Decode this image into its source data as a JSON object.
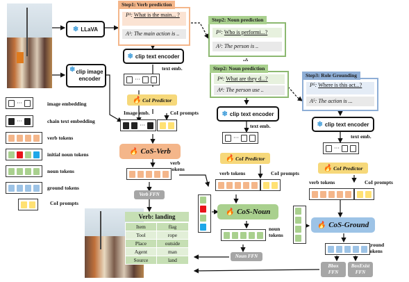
{
  "step1": {
    "header": "Step1: Verb prediction",
    "q": "P¹: What is the main... ?",
    "q_prefix": "P¹:",
    "q_text": "What is the main... ?",
    "a_prefix": "A¹:",
    "a_text": "The main action is .."
  },
  "step2a": {
    "header": "Step2: Noun prediction",
    "q_prefix": "P²:",
    "q_text": "Who is performi...?",
    "a_prefix": "A²:",
    "a_text": "The person is .."
  },
  "ellipsis": "...",
  "step2b": {
    "header": "Step2: Noun prediction",
    "q_prefix": "P⁴:",
    "q_text": "What are they d...?",
    "a_prefix": "A⁴:",
    "a_text": "The person use .."
  },
  "step3": {
    "header": "Step3: Role Grounding",
    "q_prefix": "P⁵:",
    "q_text": "Where is this act...?",
    "a_prefix": "A⁵:",
    "a_text": "The action is ..."
  },
  "llava": "LLaVA",
  "clip_image_encoder": "clip image encoder",
  "clip_text_encoder": "clip text encoder",
  "text_emb": "text emb.",
  "image_emb": "Image emb.",
  "col_prompts": "CoI prompts",
  "col_predictor": "CoI Predictor",
  "cos_verb": "CoS-Verb",
  "cos_noun": "CoS-Noun",
  "cos_ground": "CoS-Ground",
  "verb_tokens": "verb tokens",
  "noun_tokens": "noun tokens",
  "ground_tokens": "ground tokens",
  "verb_ffn": "Verb FFN",
  "noun_ffn": "Noun FFN",
  "bbox_ffn": "Bbox FFN",
  "boxexist_ffn": "BoxExist FFN",
  "legend": [
    {
      "label": "image embedding"
    },
    {
      "label": "chain text embedding"
    },
    {
      "label": "verb tokens"
    },
    {
      "label": "initial noun tokens"
    },
    {
      "label": "noun tokens"
    },
    {
      "label": "ground tokens"
    },
    {
      "label": "CoI prompts"
    }
  ],
  "verb_table": {
    "title": "Verb: landing",
    "rows": [
      [
        "Item",
        "flag"
      ],
      [
        "Tool",
        "rope"
      ],
      [
        "Place",
        "outside"
      ],
      [
        "Agent",
        "man"
      ],
      [
        "Source",
        "land"
      ]
    ]
  },
  "colors": {
    "verb": "#f4b68a",
    "noun": "#a9d08e",
    "ground": "#9dc3e6",
    "prompt": "#ffe173",
    "step_green": "#8cb870",
    "step_blue": "#8eaed6"
  }
}
